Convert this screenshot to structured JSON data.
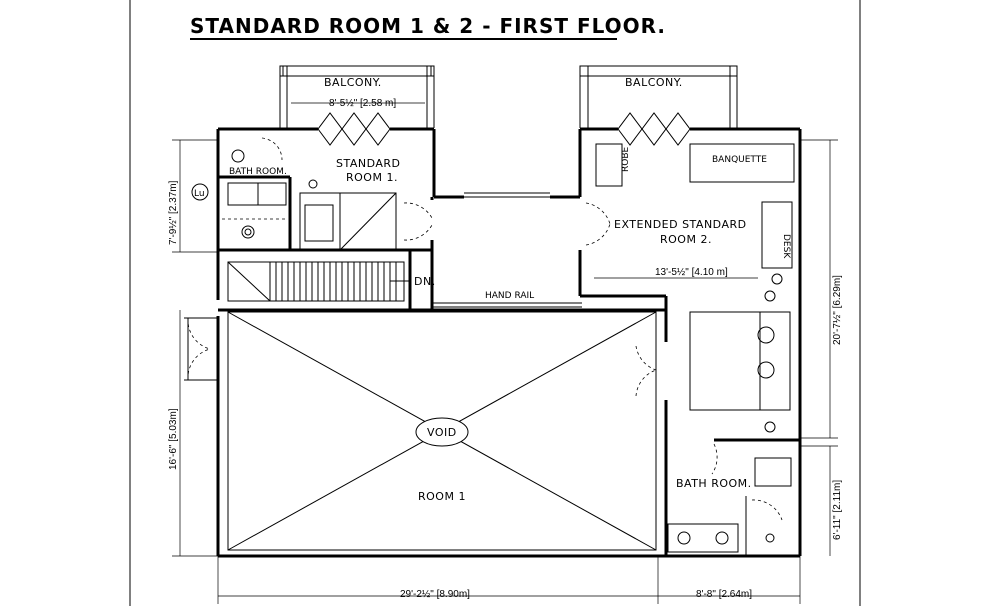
{
  "title": "STANDARD ROOM 1 & 2 - FIRST FLOOR.",
  "labels": {
    "balcony_left": "BALCONY.",
    "balcony_right": "BALCONY.",
    "standard_room_line1": "STANDARD",
    "standard_room_line2": "ROOM 1.",
    "bath_room_small": "BATH ROOM.",
    "robe": "ROBE",
    "banquette": "BANQUETTE",
    "extended_line1": "EXTENDED STANDARD",
    "extended_line2": "ROOM 2.",
    "desk": "DESK",
    "dn": "DN.",
    "hand_rail": "HAND RAIL",
    "void": "VOID",
    "room1": "ROOM 1",
    "bath_room_large": "BATH ROOM.",
    "lu": "Lu"
  },
  "dimensions": {
    "balcony_width": "8'-5½\" [2.58 m]",
    "room2_width": "13'-5½\" [4.10 m]",
    "left_upper_height": "7'-9½\" [2.37m]",
    "left_lower_height": "16'-6\" [5.03m]",
    "right_upper_height": "20'-7½\" [6.29m]",
    "right_lower_height": "6'-11\" [2.11m]",
    "bottom_overall": "29'-2½\" [8.90m]",
    "bottom_right": "8'-8\" [2.64m]"
  }
}
